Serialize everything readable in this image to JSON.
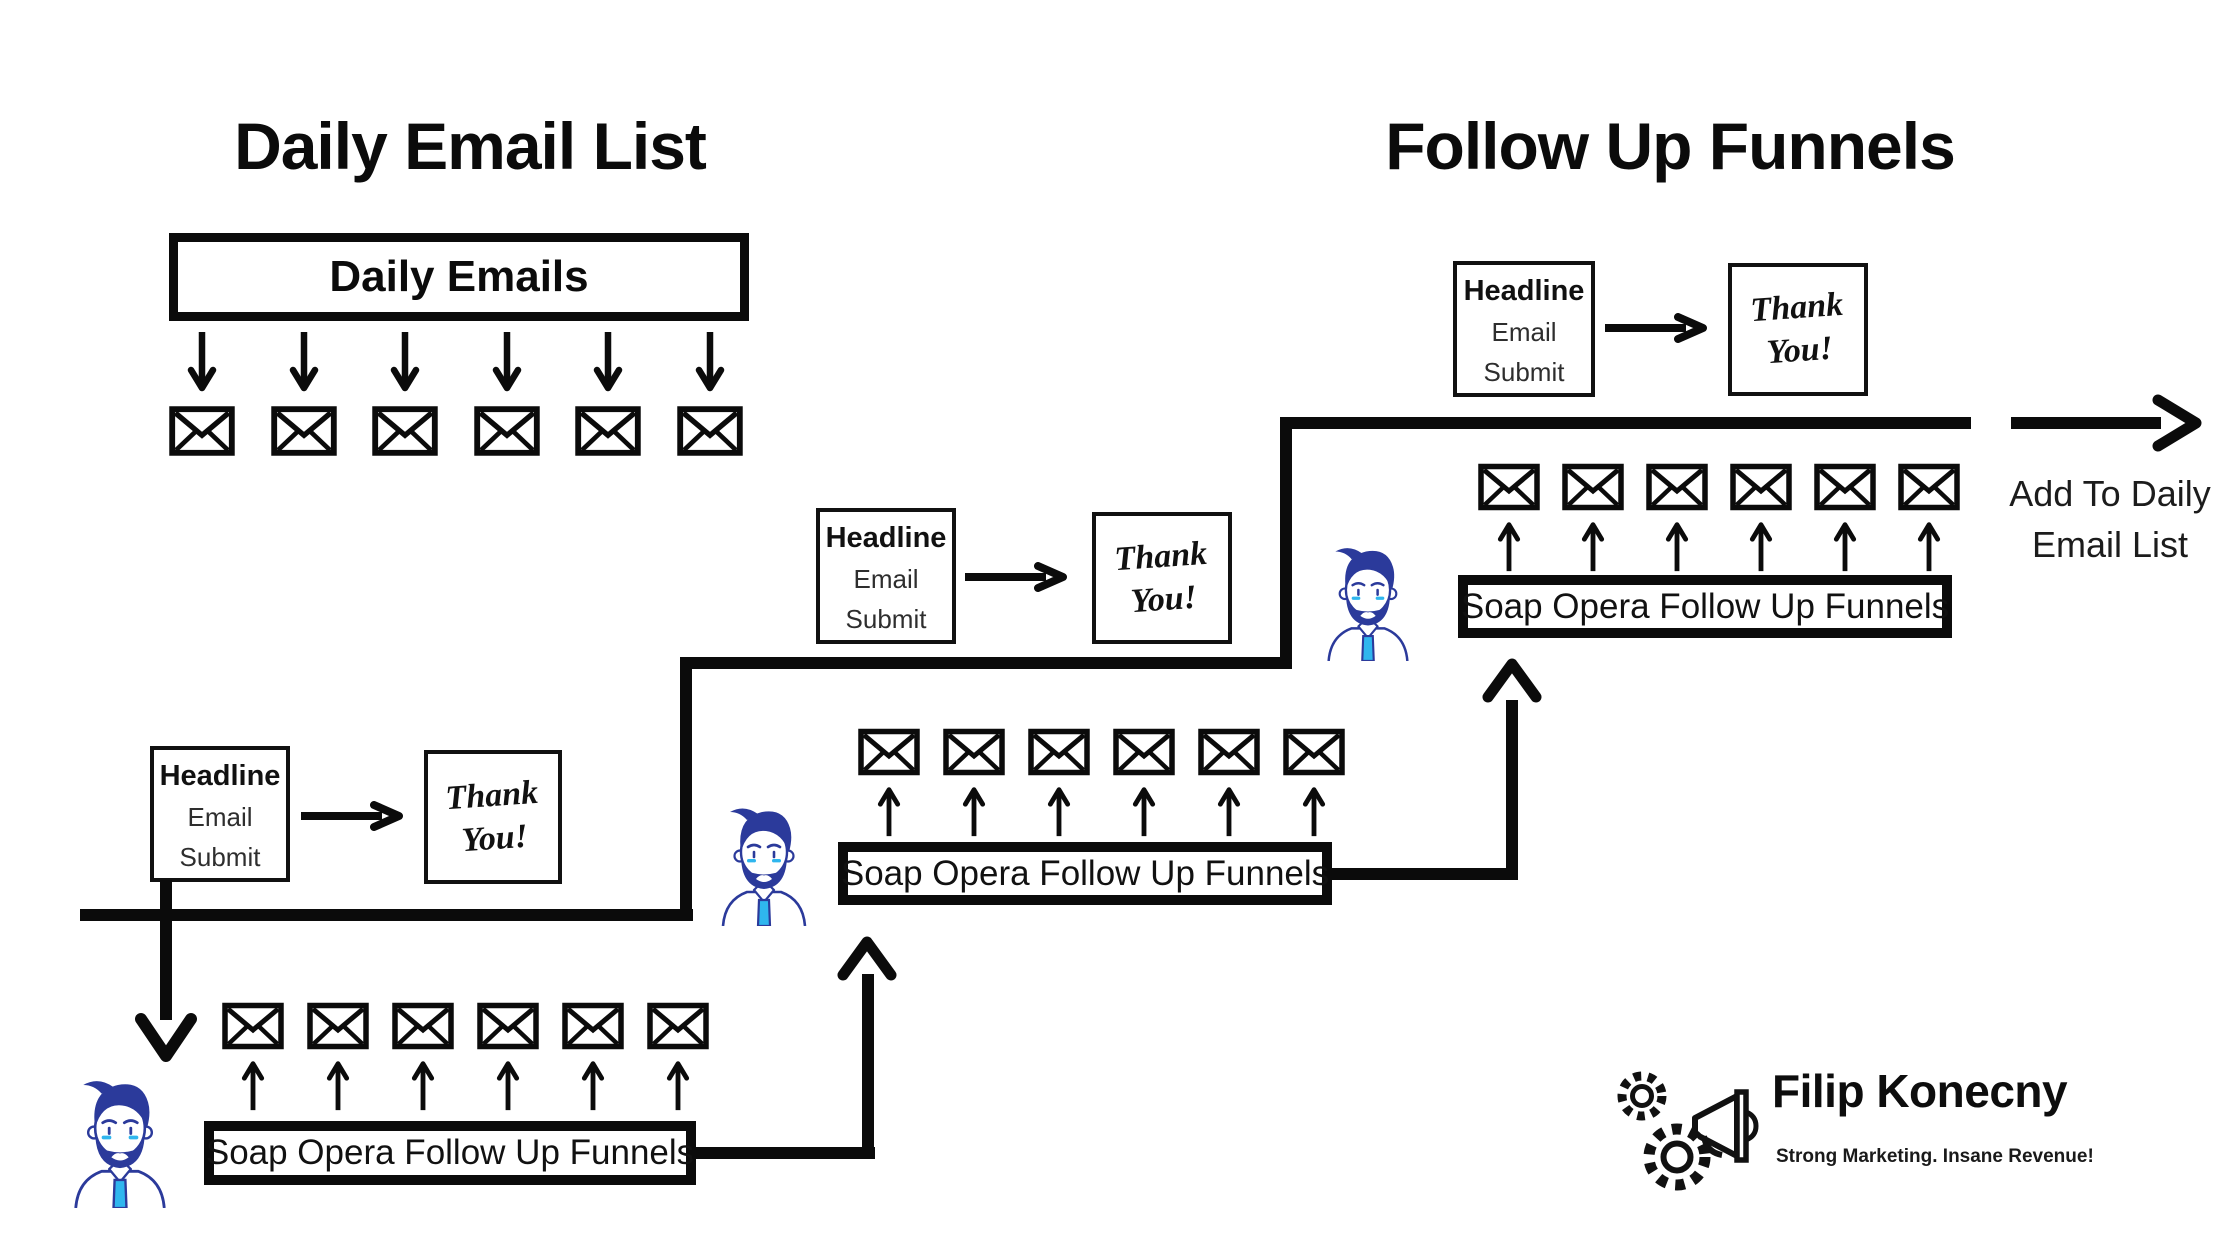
{
  "diagram": {
    "left_section": {
      "title": "Daily Email List",
      "box_label": "Daily Emails"
    },
    "right_section": {
      "title": "Follow Up Funnels"
    },
    "optin_box": {
      "headline": "Headline",
      "email": "Email",
      "submit": "Submit"
    },
    "thank_you_note": {
      "line1": "Thank",
      "line2": "You!"
    },
    "funnel_box_label": "Soap Opera Follow Up Funnels",
    "output_label": {
      "line1": "Add To Daily",
      "line2": "Email List"
    },
    "emails_per_row": 6
  },
  "branding": {
    "name": "Filip Konecny",
    "tagline": "Strong Marketing. Insane Revenue!"
  },
  "icons": {
    "envelope": "envelope-icon",
    "arrow_down": "arrow-down-icon",
    "arrow_up": "arrow-up-icon",
    "avatar": "marketer-avatar-icon",
    "logo_mark": "gears-megaphone-icon"
  },
  "colors": {
    "ink": "#0b0b0b",
    "background": "#ffffff",
    "avatar_navy": "#2b3a9b",
    "avatar_cyan": "#2fb6ee"
  }
}
